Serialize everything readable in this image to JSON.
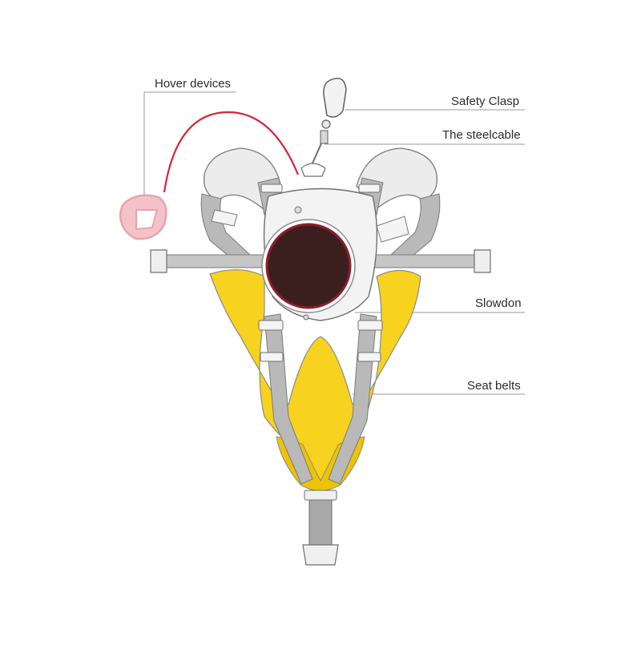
{
  "diagram": {
    "labels": {
      "hover_devices": "Hover devices",
      "safety_clasp": "Safety Clasp",
      "steel_cable": "The steelcable",
      "slowdown": "Slowdon",
      "seat_belts": "Seat belts"
    },
    "colors": {
      "harness_fill": "#f7d21e",
      "harness_shade": "#eec400",
      "webbing": "#b9b9b9",
      "webbing_dark": "#8f8f8f",
      "padding": "#e9e9e9",
      "outline": "#7a7a7a",
      "slowdown_disc": "#3b1f1f",
      "slowdown_ring": "#8d1f2b",
      "hover_device": "#e9a3ad",
      "hover_cable": "#d2283a",
      "leader_line": "#9a9a9a"
    }
  }
}
